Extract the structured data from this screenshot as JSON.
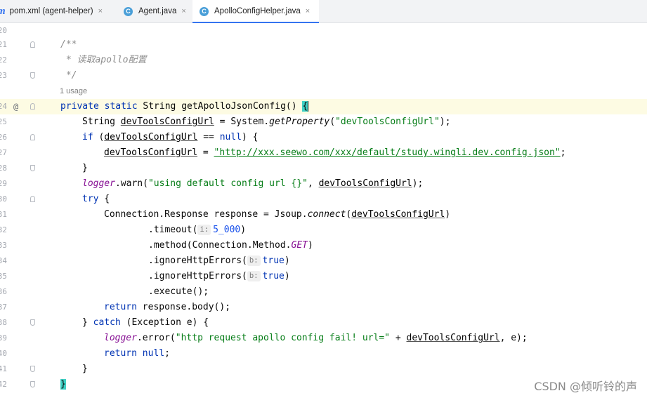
{
  "tabs": [
    {
      "icon": "maven-icon",
      "label": "pom.xml (agent-helper)",
      "active": false
    },
    {
      "icon": "java-class-icon",
      "label": "Agent.java",
      "active": false
    },
    {
      "icon": "java-class-icon",
      "label": "ApolloConfigHelper.java",
      "active": true
    }
  ],
  "tab_close_glyph": "×",
  "maven_glyph": "m",
  "class_glyph": "C",
  "line_numbers": [
    "20",
    "21",
    "22",
    "23",
    "",
    "24",
    "25",
    "26",
    "27",
    "28",
    "29",
    "30",
    "31",
    "32",
    "33",
    "34",
    "35",
    "36",
    "37",
    "38",
    "39",
    "40",
    "41",
    "42"
  ],
  "usage_hint": "1 usage",
  "gutter_annotation": "@",
  "hints": {
    "timeout": "i:",
    "ignore1": "b:",
    "ignore2": "b:"
  },
  "code": {
    "l21": "/**",
    "l22_prefix": " * 读取",
    "l22_word": "apollo",
    "l22_suffix": "配置",
    "l23": " */",
    "l24_kw": "private static ",
    "l24_rest": "String getApolloJsonConfig() ",
    "l24_brace": "{",
    "var": "devToolsConfigUrl",
    "l25_a": "String ",
    "l25_b": " = System.",
    "l25_c": "getProperty",
    "l25_d": "(",
    "l25_str": "\"devToolsConfigUrl\"",
    "l25_e": ");",
    "l26_kw": "if",
    "l26_a": " (",
    "l26_b": " == ",
    "l26_null": "null",
    "l26_c": ") {",
    "l27_a": " = ",
    "l27_url": "\"http://xxx.seewo.com/xxx/default/study.wingli.dev.config.json\"",
    "l27_b": ";",
    "l28": "}",
    "l29_fld": "logger",
    "l29_a": ".warn(",
    "l29_str": "\"using default config url {}\"",
    "l29_b": ", ",
    "l29_c": ");",
    "l30_kw": "try",
    "l30_a": " {",
    "l31_a": "Connection.Response response = Jsoup.",
    "l31_b": "connect",
    "l31_c": "(",
    "l31_d": ")",
    "l32_a": ".timeout(",
    "l32_num": "5_000",
    "l32_b": ")",
    "l33_a": ".method(Connection.Method.",
    "l33_fld": "GET",
    "l33_b": ")",
    "l34_a": ".ignoreHttpErrors(",
    "l34_kw": "true",
    "l34_b": ")",
    "l35_a": ".ignoreHttpErrors(",
    "l35_kw": "true",
    "l35_b": ")",
    "l36": ".execute();",
    "l37_kw": "return",
    "l37_a": " response.body();",
    "l38_a": "} ",
    "l38_kw": "catch",
    "l38_b": " (Exception e) {",
    "l39_fld": "logger",
    "l39_a": ".error(",
    "l39_str": "\"http request apollo config fail! url=\"",
    "l39_b": " + ",
    "l39_c": ", e);",
    "l40_kw": "return",
    "l40_a": " ",
    "l40_null": "null",
    "l40_b": ";",
    "l41": "}",
    "l42": "}"
  },
  "watermark": "CSDN @倾听铃的声"
}
